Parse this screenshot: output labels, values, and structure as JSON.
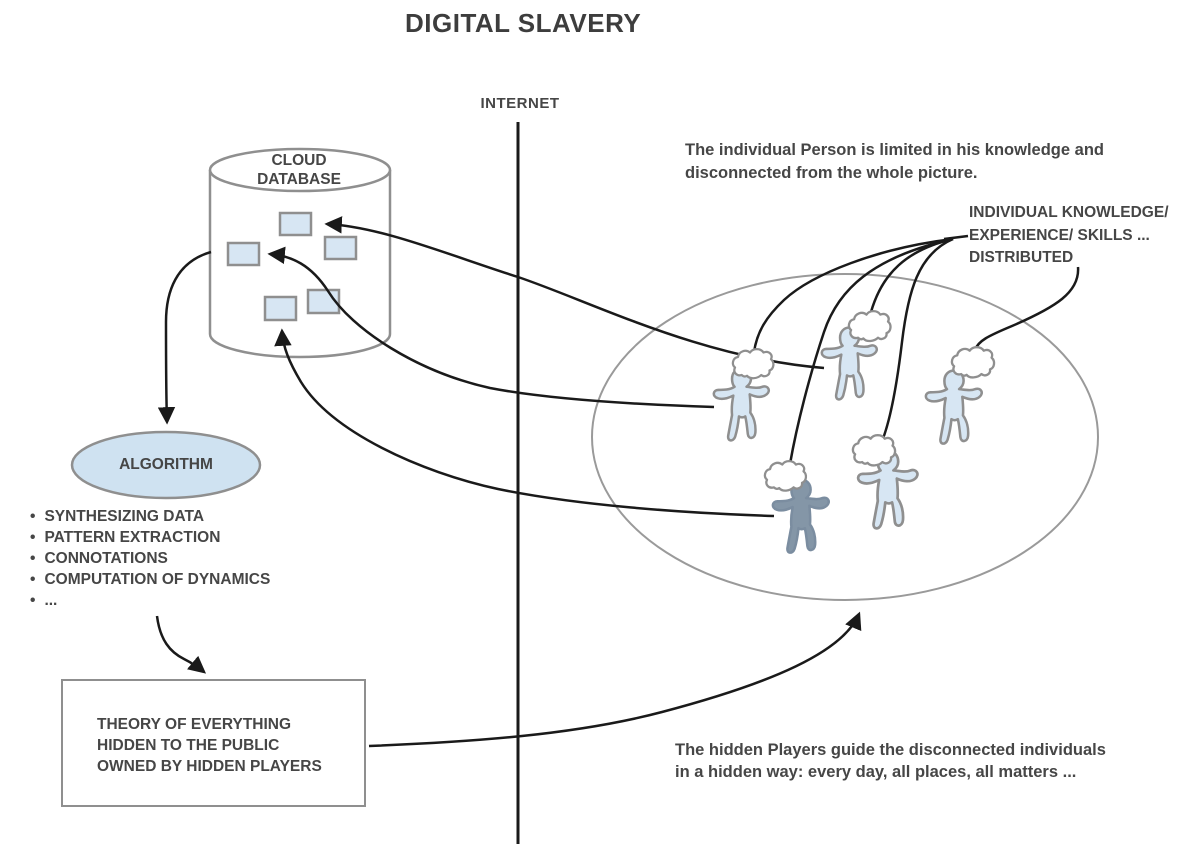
{
  "title": "DIGITAL SLAVERY",
  "internet_label": "INTERNET",
  "database": {
    "line1": "CLOUD",
    "line2": "DATABASE"
  },
  "algorithm": {
    "label": "ALGORITHM",
    "bullets": [
      "SYNTHESIZING DATA",
      "PATTERN EXTRACTION",
      "CONNOTATIONS",
      "COMPUTATION OF DYNAMICS",
      "..."
    ]
  },
  "theory_box": {
    "line1": "THEORY OF EVERYTHING",
    "line2": "HIDDEN TO THE PUBLIC",
    "line3": "OWNED BY HIDDEN PLAYERS"
  },
  "notes": {
    "top": {
      "line1": "The individual Person is limited in his knowledge and",
      "line2": "disconnected from the whole picture."
    },
    "bottom": {
      "line1": "The hidden Players guide the disconnected individuals",
      "line2": "in a hidden way: every day, all places, all matters ..."
    }
  },
  "knowledge_label": {
    "line1": "INDIVIDUAL KNOWLEDGE/",
    "line2": "EXPERIENCE/ SKILLS ...",
    "line3": "DISTRIBUTED"
  },
  "icons": {
    "database": "cylinder-shape",
    "data_record": "light-blue-rectangle",
    "person_figure": "human-splat-silhouette",
    "thought_cloud": "cloud-bubble",
    "population_boundary": "large-ellipse",
    "arrow": "black-curved-arrow"
  },
  "colors": {
    "background": "#ffffff",
    "text": "#464646",
    "line_black": "#1a1a1a",
    "shape_outline": "#8f8f8f",
    "ellipse_outline": "#9a9a9a",
    "light_blue_fill": "#d7e6f3",
    "algorithm_fill": "#cfe2f1",
    "dark_figure_fill": "#8496a7"
  }
}
